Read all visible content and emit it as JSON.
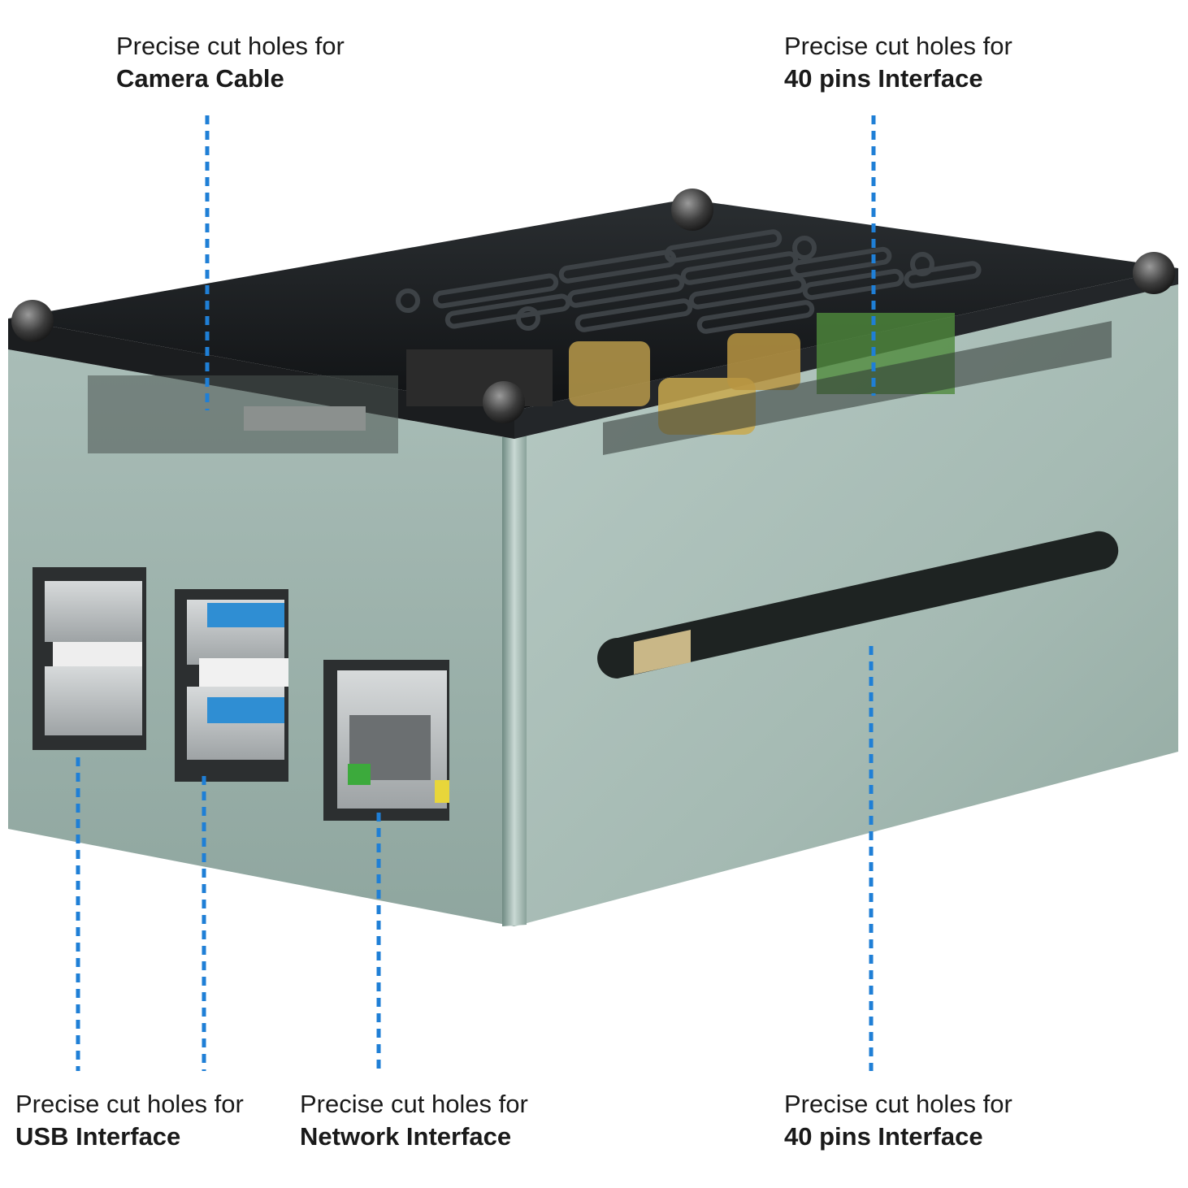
{
  "accent_color": "#1f7fd6",
  "callouts": {
    "camera": {
      "prefix": "Precise cut holes for",
      "feature": "Camera Cable"
    },
    "gpio_top": {
      "prefix": "Precise cut holes for",
      "feature": "40 pins Interface"
    },
    "usb": {
      "prefix": "Precise cut holes for",
      "feature": "USB Interface"
    },
    "network": {
      "prefix": "Precise cut holes for",
      "feature": "Network Interface"
    },
    "gpio_bottom": {
      "prefix": "Precise cut holes for",
      "feature": "40 pins Interface"
    }
  }
}
